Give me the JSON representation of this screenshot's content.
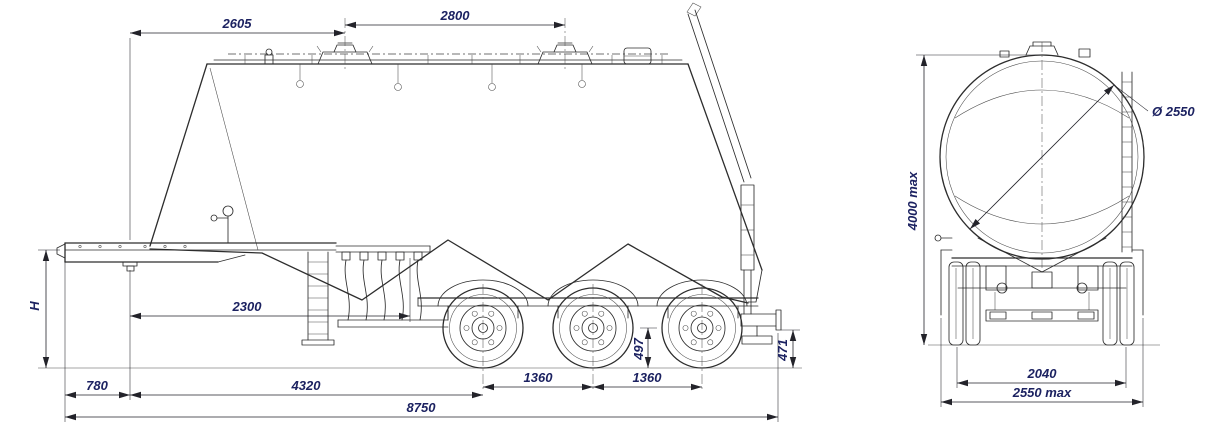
{
  "colors": {
    "line": "#2d2d2d",
    "dimension_text": "#1c2261",
    "background": "#ffffff"
  },
  "side_view": {
    "dims": {
      "front_to_manhole1": "2605",
      "manhole_spacing": "2800",
      "kingpin_to_support": "2300",
      "coupling_height": "H",
      "front_overhang": "780",
      "kingpin_to_axle1": "4320",
      "axle_spacing_1_2": "1360",
      "axle_spacing_2_3": "1360",
      "overall_length": "8750",
      "axle_height": "497",
      "outlet_height": "471"
    }
  },
  "rear_view": {
    "dims": {
      "tank_diameter": "Ø 2550",
      "overall_height": "4000 max",
      "track_width": "2040",
      "overall_width": "2550 max"
    }
  }
}
